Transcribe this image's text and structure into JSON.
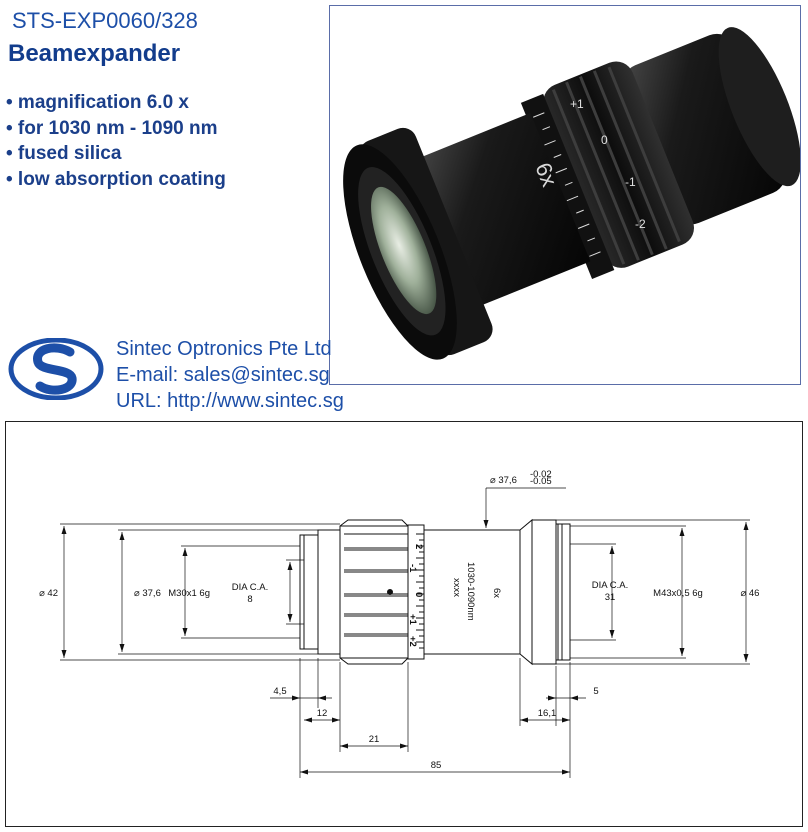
{
  "header": {
    "part_number": "STS-EXP0060/328",
    "product_title": "Beamexpander"
  },
  "features": [
    "• magnification 6.0 x",
    "• for 1030 nm - 1090 nm",
    "• fused silica",
    "• low absorption coating"
  ],
  "photo": {
    "marking": "6x",
    "scale_labels": [
      "+1",
      "0",
      "-1",
      "-2"
    ]
  },
  "company": {
    "name": "Sintec Optronics Pte Ltd",
    "email": "E-mail: sales@sintec.sg",
    "url": "URL: http://www.sintec.sg"
  },
  "drawing": {
    "dia_outer_top": "⌀ 37,6",
    "tol_upper": "-0.02",
    "tol_lower": "-0.05",
    "left_od": "⌀ 42",
    "left_od2": "⌀ 37,6",
    "left_thread": "M30x1 6g",
    "left_ca_label": "DIA C.A.",
    "left_ca_value": "8",
    "barrel_mag": "6x",
    "barrel_range": "1030-1090nm",
    "barrel_serial": "xxxx",
    "scale_labels": [
      "2",
      "-1",
      "0",
      "+1",
      "+2"
    ],
    "right_ca_label": "DIA C.A.",
    "right_ca_value": "31",
    "right_thread": "M43x0,5 6g",
    "right_od": "⌀ 46",
    "dim_4_5": "4,5",
    "dim_12": "12",
    "dim_21": "21",
    "dim_16_1": "16,1",
    "dim_5": "5",
    "dim_85": "85"
  }
}
